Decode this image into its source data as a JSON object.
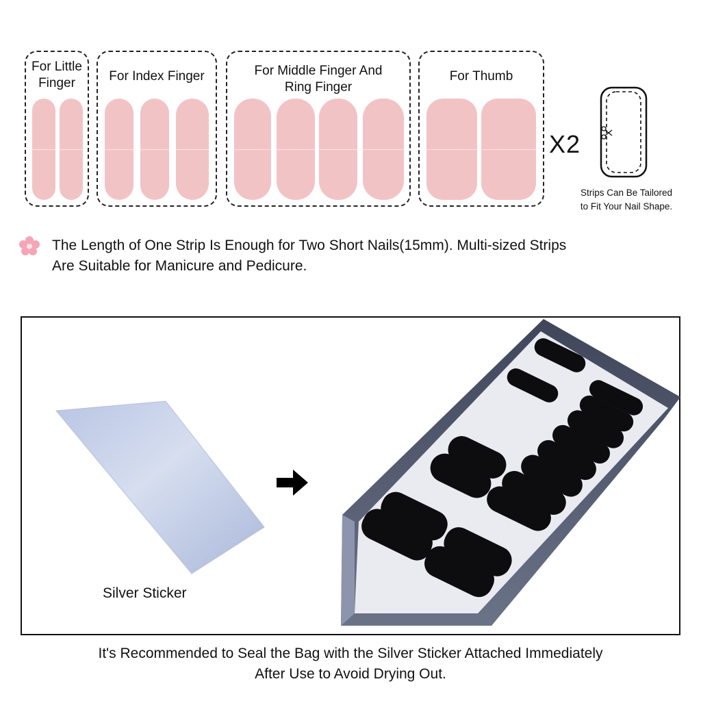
{
  "groups": [
    {
      "label_line1": "For Little",
      "label_line2": "Finger"
    },
    {
      "label_line1": "For Index Finger",
      "label_line2": ""
    },
    {
      "label_line1": "For Middle Finger And",
      "label_line2": "Ring Finger"
    },
    {
      "label_line1": "For Thumb",
      "label_line2": ""
    }
  ],
  "multiplier": "X2",
  "tailor_note": {
    "line1": "Strips Can Be Tailored",
    "line2": "to Fit Your Nail Shape."
  },
  "info": {
    "line1": "The Length of One Strip Is Enough for Two Short Nails(15mm). Multi-sized Strips",
    "line2": "Are Suitable for Manicure and Pedicure."
  },
  "silver_sticker_label": "Silver Sticker",
  "caption": {
    "line1": "It's Recommended to Seal the Bag with the Silver Sticker Attached Immediately",
    "line2": "After Use to Avoid Drying Out."
  },
  "colors": {
    "strip_pink": "#f2c3c5",
    "flower_pink": "#f4a6b7",
    "sheet_dark": "#0d0d10",
    "sheet_border": "#5d6478",
    "silver": "#c9d3ea"
  }
}
